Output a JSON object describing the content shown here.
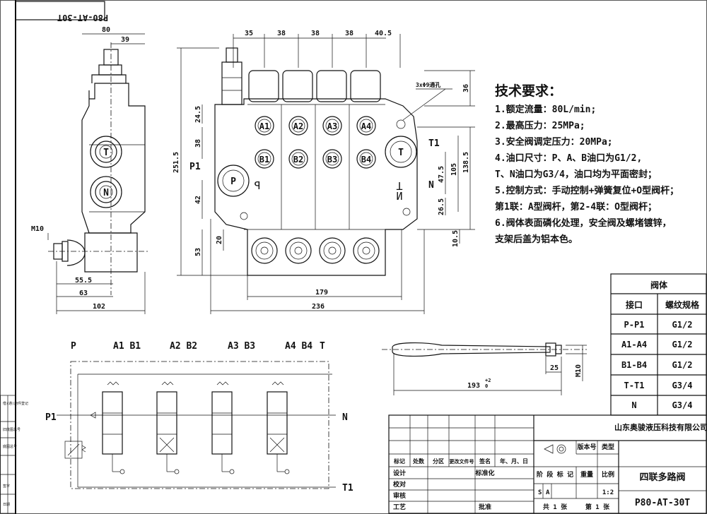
{
  "drawing_code_mirrored": "P80-AT-30T",
  "dims": {
    "side_w80": "80",
    "side_w39": "39",
    "side_m10": "M10",
    "side_55_5": "55.5",
    "side_63": "63",
    "side_102": "102",
    "top_35": "35",
    "top_38a": "38",
    "top_38b": "38",
    "top_38c": "38",
    "top_40_5": "40.5",
    "holes": "3xΦ9通孔",
    "h36": "36",
    "h24_5": "24.5",
    "h38": "38",
    "h251_5": "251.5",
    "h42": "42",
    "h53": "53",
    "h20": "20",
    "h138_5": "138.5",
    "h105": "105",
    "h47_5": "47.5",
    "h26_5": "26.5",
    "h10_5": "10.5",
    "w179": "179",
    "w236": "236",
    "lever_len": "193",
    "lever_tol": "+2",
    "lever_tol2": "0",
    "lever_25": "25",
    "lever_m10": "M10"
  },
  "ports": {
    "A1": "A1",
    "A2": "A2",
    "A3": "A3",
    "A4": "A4",
    "B1": "B1",
    "B2": "B2",
    "B3": "B3",
    "B4": "B4",
    "T": "T",
    "P": "P",
    "T1": "T1",
    "P1": "P1",
    "N": "N",
    "cast_P": "P",
    "cast_T": "T",
    "cast_N": "N"
  },
  "requirements": {
    "title": "技术要求：",
    "items": [
      "1.额定流量：80L/min;",
      "2.最高压力：25MPa;",
      "3.安全阀调定压力：20MPa;",
      "4.油口尺寸：P、A、B油口为G1/2,",
      "  T、N油口为G3/4，油口均为平面密封；",
      "5.控制方式：手动控制+弹簧复位+O型阀杆；",
      "  第1联：A型阀杆，第2-4联：O型阀杆；",
      "6.阀体表面磷化处理，安全阀及螺堵镀锌，",
      "  支架后盖为铝本色。"
    ]
  },
  "port_table": {
    "title": "阀体",
    "headers": [
      "接口",
      "螺纹规格"
    ],
    "rows": [
      [
        "P-P1",
        "G1/2"
      ],
      [
        "A1-A4",
        "G1/2"
      ],
      [
        "B1-B4",
        "G1/2"
      ],
      [
        "T-T1",
        "G3/4"
      ],
      [
        "N",
        "G3/4"
      ]
    ]
  },
  "schematic": {
    "top_labels": [
      "P",
      "A1 B1",
      "A2 B2",
      "A3 B3",
      "A4 B4",
      "T"
    ],
    "left_label": "P1",
    "right_label": "N",
    "bottom_right_label": "T1"
  },
  "title_block": {
    "company": "山东奥骏液压科技有限公司",
    "product": "四联多路阀",
    "code": "P80-AT-30T",
    "version_no": "版本号",
    "type": "类型",
    "stage_mark": "阶 段 标 记",
    "weight": "重量",
    "scale": "比例",
    "scale_val": "1:2",
    "s": "S",
    "a": "A",
    "total": "共  1  张",
    "sheet": "第  1  张",
    "rev_headers": [
      "标记",
      "处数",
      "分区",
      "更改文件号",
      "签名",
      "年、月、日"
    ],
    "roles": [
      "设计",
      "校对",
      "审核",
      "工艺"
    ],
    "standardize": "标准化",
    "approve": "批准"
  },
  "side_strip": [
    "借(通)用件登记",
    "旧底图总号",
    "底图总号",
    "签字",
    "日期"
  ]
}
